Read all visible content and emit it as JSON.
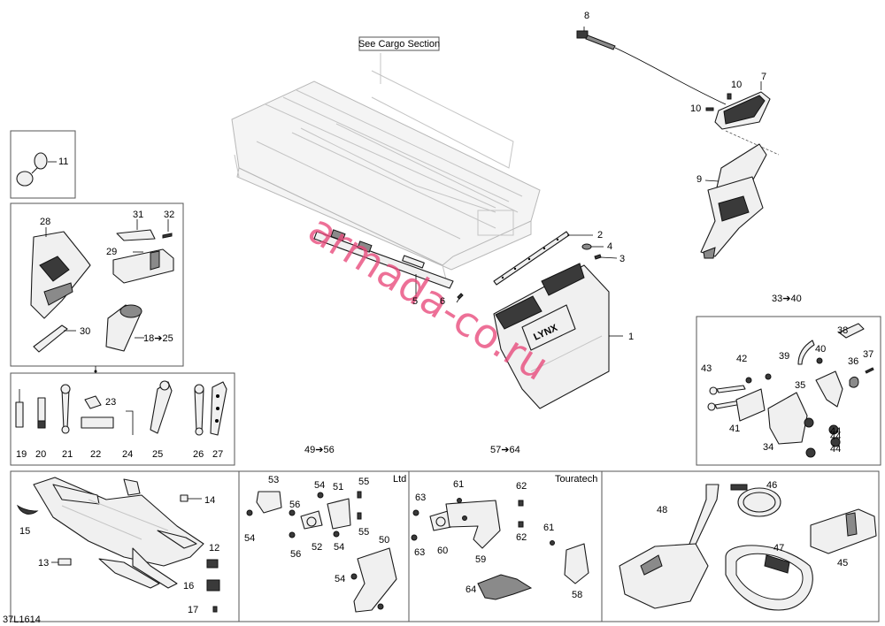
{
  "diagram": {
    "drawing_code": "37L1614",
    "reference_label": "See Cargo Section",
    "watermark": "armada-co.ru",
    "variant_labels": {
      "ltd": "Ltd",
      "touratech": "Touratech"
    },
    "callouts": [
      "1",
      "2",
      "3",
      "4",
      "5",
      "6",
      "7",
      "8",
      "9",
      "10",
      "10",
      "11",
      "12",
      "13",
      "14",
      "15",
      "16",
      "17",
      "18➔25",
      "19",
      "20",
      "21",
      "22",
      "23",
      "24",
      "25",
      "26",
      "27",
      "28",
      "29",
      "30",
      "31",
      "32",
      "33➔40",
      "34",
      "35",
      "36",
      "37",
      "38",
      "39",
      "40",
      "41",
      "42",
      "43",
      "44",
      "44",
      "44",
      "45",
      "46",
      "47",
      "48",
      "49➔56",
      "50",
      "51",
      "52",
      "53",
      "54",
      "54",
      "54",
      "54",
      "55",
      "55",
      "56",
      "56",
      "57➔64",
      "58",
      "59",
      "60",
      "61",
      "61",
      "62",
      "62",
      "63",
      "63",
      "64"
    ]
  }
}
